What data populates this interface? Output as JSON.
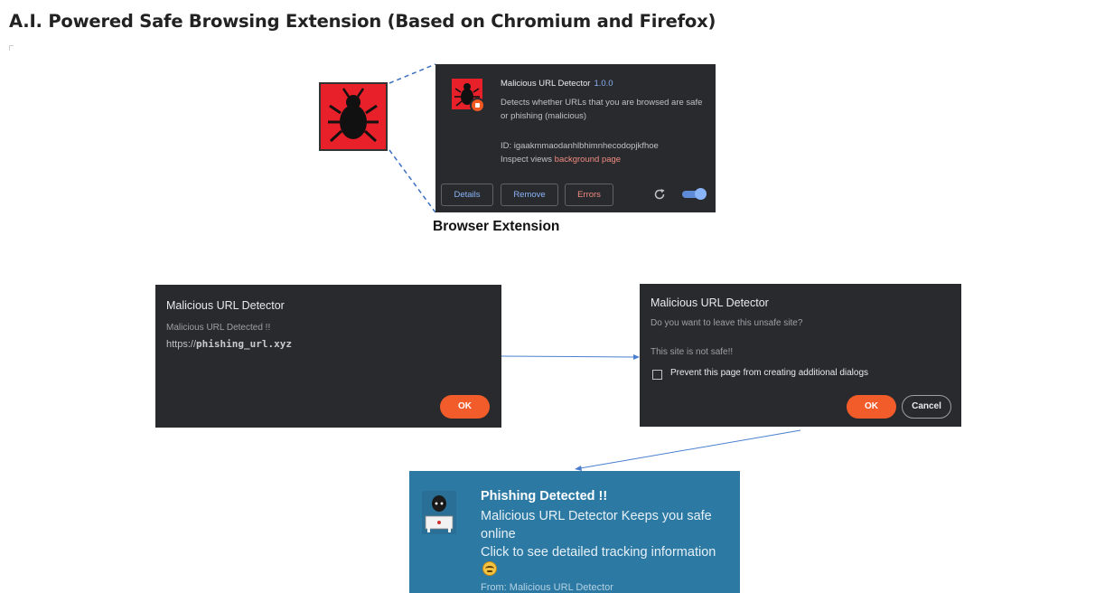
{
  "page": {
    "title": "A.I. Powered Safe Browsing Extension (Based on Chromium and Firefox)"
  },
  "extension_card": {
    "name": "Malicious URL Detector",
    "version": "1.0.0",
    "description": "Detects whether URLs that you are browsed are safe or phishing (malicious)",
    "id_text": "ID: igaakmmaodanhlbhimnhecodopjkfhoe",
    "inspect_label": "Inspect views",
    "inspect_link": "background page",
    "buttons": {
      "details": "Details",
      "remove": "Remove",
      "errors": "Errors"
    },
    "enabled": true,
    "caption": "Browser Extension",
    "icons": {
      "extension": "bug-icon",
      "badge": "extension-badge-icon",
      "reload": "reload-icon"
    },
    "colors": {
      "bg": "#292a2d",
      "link": "#8ab4f8",
      "error": "#f28b82",
      "bug_red": "#e8202a"
    }
  },
  "alert_dialog": {
    "title": "Malicious URL Detector",
    "message": "Malicious URL Detected !!",
    "url_prefix": "https://",
    "url_bold": "phishing_url.xyz",
    "ok_label": "OK"
  },
  "confirm_dialog": {
    "title": "Malicious URL Detector",
    "question": "Do you want to leave this unsafe site?",
    "warning": "This site is not safe!!",
    "checkbox_label": "Prevent this page from creating additional dialogs",
    "checkbox_checked": false,
    "ok_label": "OK",
    "cancel_label": "Cancel",
    "colors": {
      "ok": "#f25c2a"
    }
  },
  "notification": {
    "title": "Phishing Detected !!",
    "line1": "Malicious URL Detector Keeps you safe online",
    "line2": "Click to see detailed tracking information",
    "emoji": "grinning-face-icon",
    "source": "From: Malicious URL Detector",
    "icon": "hacker-icon",
    "colors": {
      "bg": "#2c79a4"
    }
  }
}
